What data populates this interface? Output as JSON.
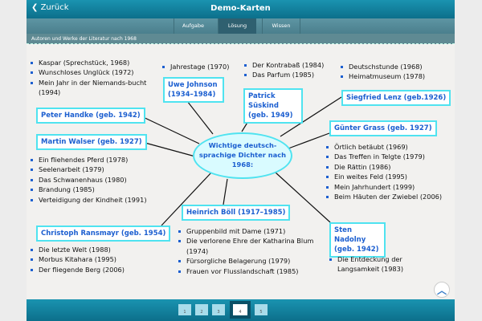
{
  "header": {
    "back": "Zurück",
    "title": "Demo-Karten"
  },
  "tabs": [
    "Aufgabe",
    "Lösung",
    "Wissen"
  ],
  "subtitle": "Autoren und Werke der Literatur nach 1968",
  "center": "Wichtige deutsch-sprachige Dichter nach 1968:",
  "authors": {
    "handke": {
      "name": "Peter Handke (geb. 1942)",
      "works": [
        "Kaspar (Sprechstück, 1968)",
        "Wunschloses Unglück (1972)",
        "Mein Jahr in der Niemands-bucht (1994)"
      ]
    },
    "johnson": {
      "name": "Uwe Johnson (1934–1984)",
      "works": [
        "Jahrestage (1970)"
      ]
    },
    "suskind": {
      "name": "Patrick Süskind (geb. 1949)",
      "works": [
        "Der Kontrabaß (1984)",
        "Das Parfum (1985)"
      ]
    },
    "lenz": {
      "name": "Siegfried Lenz (geb.1926)",
      "works": [
        "Deutschstunde (1968)",
        "Heimatmuseum (1978)"
      ]
    },
    "walser": {
      "name": "Martin Walser (geb. 1927)",
      "works": [
        "Ein fliehendes Pferd (1978)",
        "Seelenarbeit (1979)",
        "Das Schwanenhaus (1980)",
        "Brandung (1985)",
        "Verteidigung der Kindheit (1991)"
      ]
    },
    "grass": {
      "name": "Günter Grass (geb. 1927)",
      "works": [
        "Örtlich betäubt (1969)",
        "Das Treffen in Telgte (1979)",
        "Die Rättin (1986)",
        "Ein weites Feld (1995)",
        "Mein Jahrhundert (1999)",
        "Beim Häuten der Zwiebel (2006)"
      ]
    },
    "boll": {
      "name": "Heinrich Böll (1917–1985)",
      "works": [
        "Gruppenbild mit Dame (1971)",
        "Die verlorene Ehre der Katharina Blum (1974)",
        "Fürsorgliche Belagerung (1979)",
        "Frauen vor Flusslandschaft (1985)"
      ]
    },
    "ransmayr": {
      "name": "Christoph Ransmayr (geb. 1954)",
      "works": [
        "Die letzte Welt (1988)",
        "Morbus Kitahara (1995)",
        "Der fliegende Berg (2006)"
      ]
    },
    "nadolny": {
      "name": "Sten Nadolny (geb. 1942)",
      "works": [
        "Die Entdeckung der Langsamkeit (1983)"
      ]
    }
  },
  "pages": [
    "1",
    "2",
    "3",
    "4",
    "5"
  ],
  "active_page": "4"
}
